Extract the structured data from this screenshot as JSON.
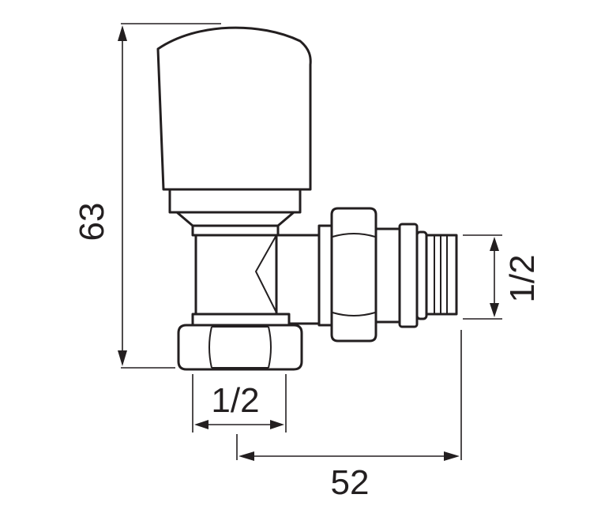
{
  "drawing": {
    "dimensions": {
      "height": "63",
      "outlet_thread": "1/2",
      "inlet_thread": "1/2",
      "length": "52"
    }
  }
}
